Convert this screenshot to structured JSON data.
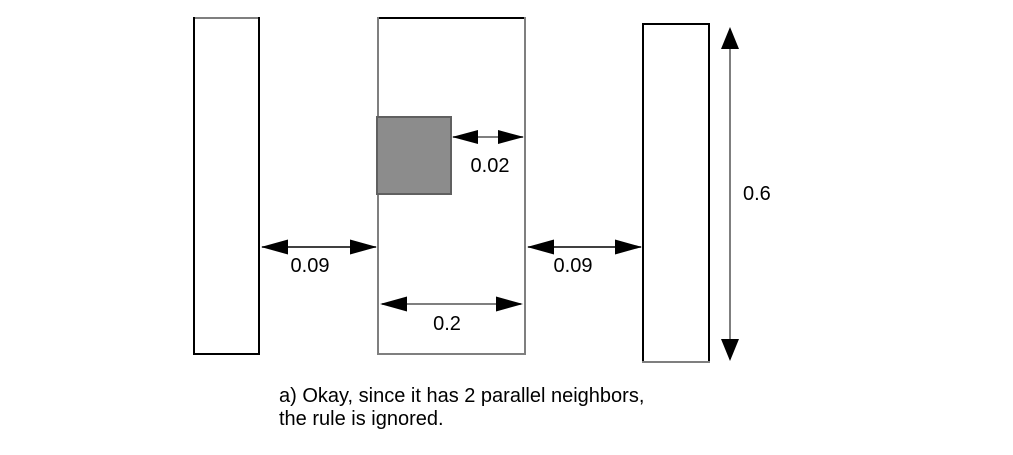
{
  "figure": {
    "dimensions": {
      "gap_left": "0.09",
      "gap_right": "0.09",
      "notch_gap": "0.02",
      "center_width": "0.2",
      "right_height": "0.6"
    },
    "caption": {
      "line1": "a) Okay, since it has 2 parallel neighbors,",
      "line2": "the rule is ignored."
    },
    "colors": {
      "outline_black": "#000000",
      "outline_gray": "#7f7f7f",
      "notch_fill": "#8c8c8c",
      "notch_stroke": "#606060",
      "background": "#ffffff"
    }
  }
}
